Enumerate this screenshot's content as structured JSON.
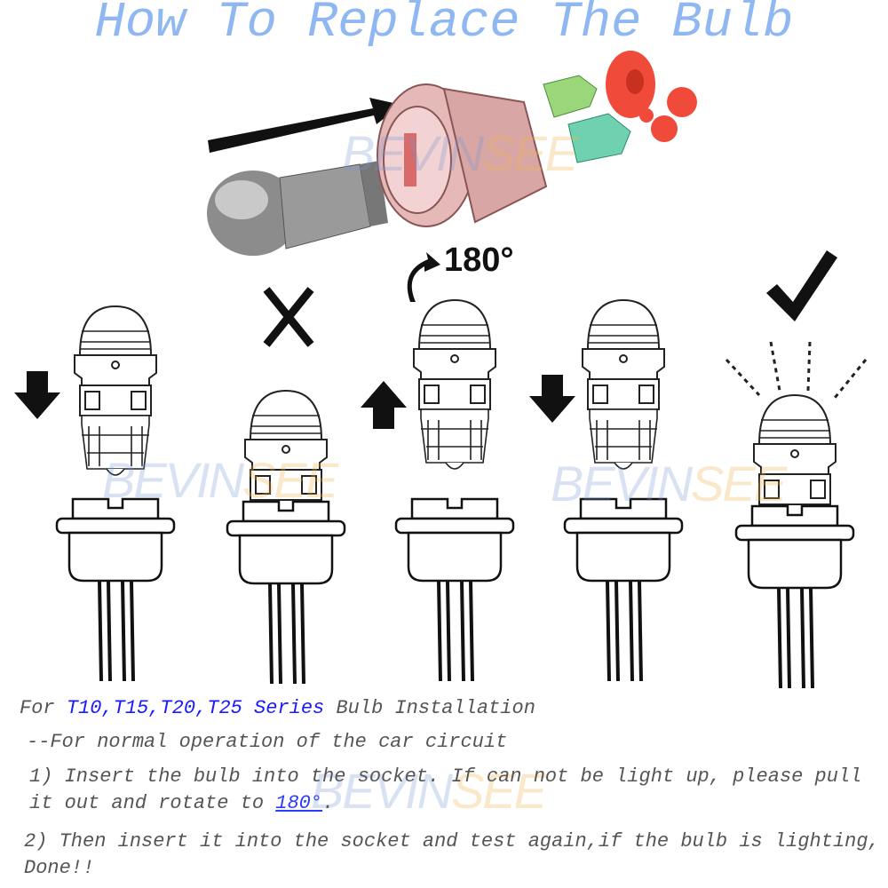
{
  "title": "How To Replace The Bulb",
  "watermark": {
    "brand_a": "BEVIN",
    "brand_b": "SEE"
  },
  "diagram": {
    "rotate_label": "180°",
    "steps": [
      {
        "name": "insert-down",
        "arrow": "down"
      },
      {
        "name": "not-lit",
        "mark": "cross"
      },
      {
        "name": "pull-out-rotate",
        "arrow": "up"
      },
      {
        "name": "reinsert",
        "arrow": "down"
      },
      {
        "name": "lit",
        "mark": "check"
      }
    ]
  },
  "instructions": {
    "heading_prefix": "For ",
    "heading_series": "T10,T15,T20,T25 Series",
    "heading_suffix": " Bulb Installation",
    "subheading": "--For normal operation of the car circuit",
    "step1_line1": "1) Insert the bulb into the socket. If can not be light up, please pull",
    "step1_line2_prefix": "it out and rotate to ",
    "step1_link": "180°",
    "step1_line2_suffix": ".",
    "step2_line1": "2) Then insert it into the socket and test again,if the bulb is lighting,",
    "step2_line2": "Done!!"
  },
  "colors": {
    "title": "#8fb7f2",
    "series": "#1a1aff",
    "text": "#555555"
  }
}
